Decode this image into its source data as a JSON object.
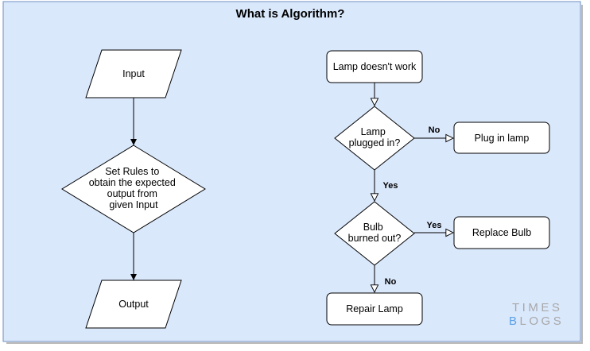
{
  "title": "What is Algorithm?",
  "left_flow": {
    "input": "Input",
    "process": [
      "Set Rules to",
      "obtain the expected",
      "output from",
      "given Input"
    ],
    "output": "Output"
  },
  "right_flow": {
    "start": "Lamp doesn't work",
    "decision1": [
      "Lamp",
      "plugged in?"
    ],
    "decision1_no_label": "No",
    "action1": "Plug in lamp",
    "decision1_yes_label": "Yes",
    "decision2": [
      "Bulb",
      "burned out?"
    ],
    "decision2_yes_label": "Yes",
    "action2": "Replace Bulb",
    "decision2_no_label": "No",
    "action3": "Repair Lamp"
  },
  "watermark": {
    "line1": "TIMES",
    "line2_initial": "B",
    "line2_rest": "LOGS"
  },
  "colors": {
    "background": "#dae8fc",
    "border": "#6c8ebf",
    "node_fill": "#ffffff",
    "stroke": "#000000",
    "watermark_accent": "#5aa0e6"
  }
}
